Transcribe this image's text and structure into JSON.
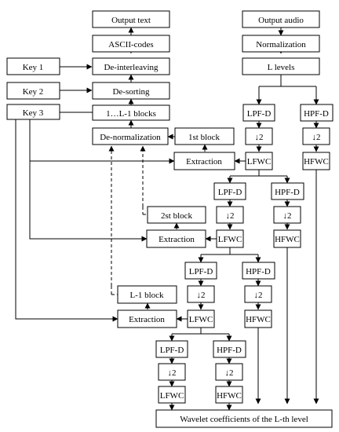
{
  "boxes": {
    "output_text": "Output text",
    "ascii_codes": "ASCII-codes",
    "de_interleaving": "De-interleaving",
    "de_sorting": "De-sorting",
    "blocks": "1…L-1 blocks",
    "de_normalization": "De-normalization",
    "key1": "Key 1",
    "key2": "Key 2",
    "key3": "Key 3",
    "output_audio": "Output audio",
    "normalization": "Normalization",
    "l_levels": "L levels",
    "lpf_d": "LPF-D",
    "hpf_d": "HPF-D",
    "down2": "↓2",
    "lfwc": "LFWC",
    "hfwc": "HFWC",
    "first_block": "1st block",
    "second_block": "2st block",
    "l1_block": "L-1 block",
    "extraction": "Extraction",
    "wavelet": "Wavelet coefficients of the L-th level"
  }
}
